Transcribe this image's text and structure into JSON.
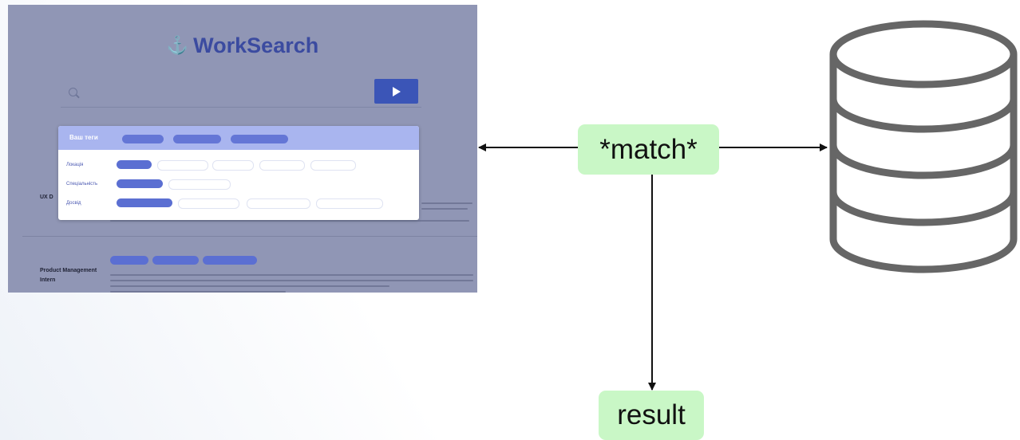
{
  "screenshot": {
    "app_name": "WorkSearch",
    "logo_icon": "pin-icon",
    "search": {
      "placeholder": ""
    },
    "filters": {
      "header_label": "Ваш теги",
      "rows": [
        "Локація",
        "Спеціальність",
        "Досвід"
      ]
    },
    "results": {
      "first_title": "UX D",
      "second_title": "Product Management Intern"
    }
  },
  "diagram": {
    "match_label": "*match*",
    "result_label": "result",
    "database_icon": "database-icon",
    "colors": {
      "node_fill": "#c9f7c6",
      "arrow": "#111111",
      "db_stroke": "#666666",
      "brand": "#3b4ba0"
    }
  }
}
